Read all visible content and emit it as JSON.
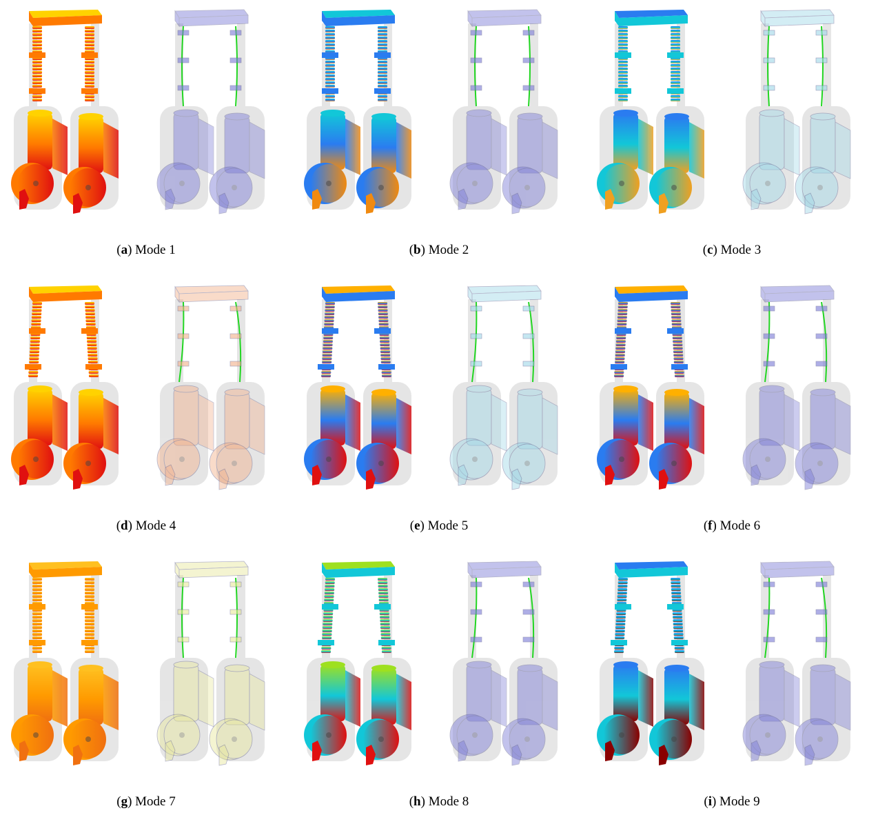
{
  "figure": {
    "panels": [
      {
        "letter": "a",
        "caption": "Mode 1",
        "palette": [
          "#ffd200",
          "#ff7a00",
          "#e01010"
        ],
        "ghost": "#7a7ad6",
        "tilt": 0
      },
      {
        "letter": "b",
        "caption": "Mode 2",
        "palette": [
          "#12c7d8",
          "#2a7cf0",
          "#f08a10"
        ],
        "ghost": "#7a7ad6",
        "tilt": 0
      },
      {
        "letter": "c",
        "caption": "Mode 3",
        "palette": [
          "#2a7cf0",
          "#12c7d8",
          "#f0a020"
        ],
        "ghost": "#9fd8e8",
        "tilt": 0
      },
      {
        "letter": "d",
        "caption": "Mode 4",
        "palette": [
          "#ffd200",
          "#ff7a00",
          "#e01010"
        ],
        "ghost": "#f2b08a",
        "tilt": 1
      },
      {
        "letter": "e",
        "caption": "Mode 5",
        "palette": [
          "#ffb000",
          "#2a7cf0",
          "#e01010"
        ],
        "ghost": "#9fd8e8",
        "tilt": 1
      },
      {
        "letter": "f",
        "caption": "Mode 6",
        "palette": [
          "#ffb000",
          "#2a7cf0",
          "#e01010"
        ],
        "ghost": "#7a7ad6",
        "tilt": 1
      },
      {
        "letter": "g",
        "caption": "Mode 7",
        "palette": [
          "#ffc020",
          "#ff9a00",
          "#f07010"
        ],
        "ghost": "#e8e89a",
        "tilt": 0
      },
      {
        "letter": "h",
        "caption": "Mode 8",
        "palette": [
          "#9ee020",
          "#12c7d8",
          "#e01010"
        ],
        "ghost": "#7a7ad6",
        "tilt": 1
      },
      {
        "letter": "i",
        "caption": "Mode 9",
        "palette": [
          "#2a7cf0",
          "#12c7d8",
          "#8a0000"
        ],
        "ghost": "#7a7ad6",
        "tilt": 1
      }
    ]
  }
}
